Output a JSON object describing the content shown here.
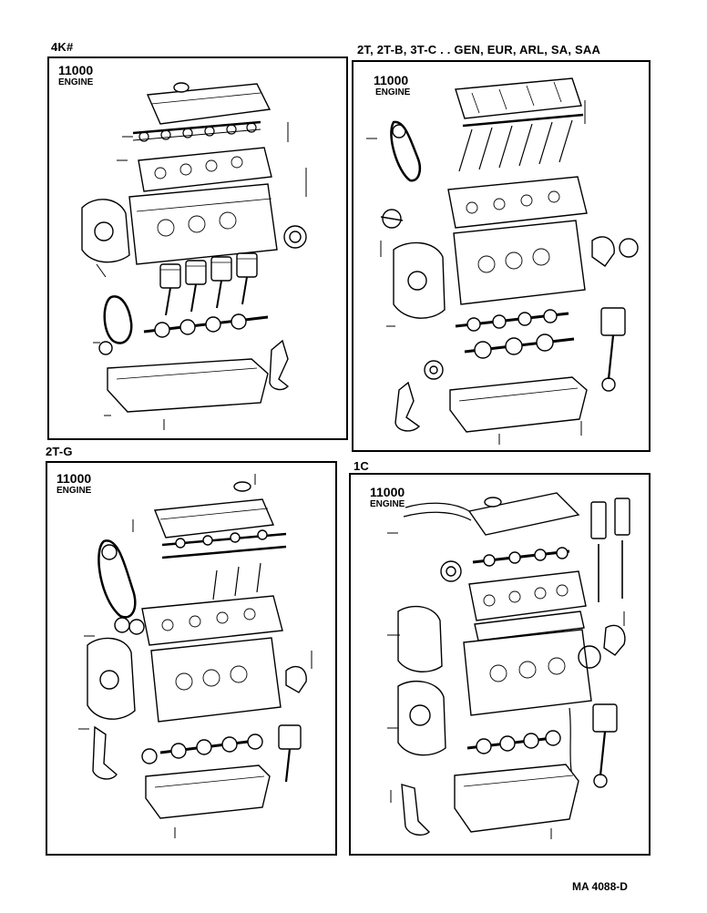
{
  "document_number": "MA 4088-D",
  "panels": [
    {
      "caption": "4K#",
      "code": "11000",
      "label": "ENGINE"
    },
    {
      "caption": "2T, 2T-B, 3T-C . . GEN, EUR, ARL, SA, SAA",
      "code": "11000",
      "label": "ENGINE"
    },
    {
      "caption": "2T-G",
      "code": "11000",
      "label": "ENGINE"
    },
    {
      "caption": "1C",
      "code": "11000",
      "label": "ENGINE"
    }
  ]
}
